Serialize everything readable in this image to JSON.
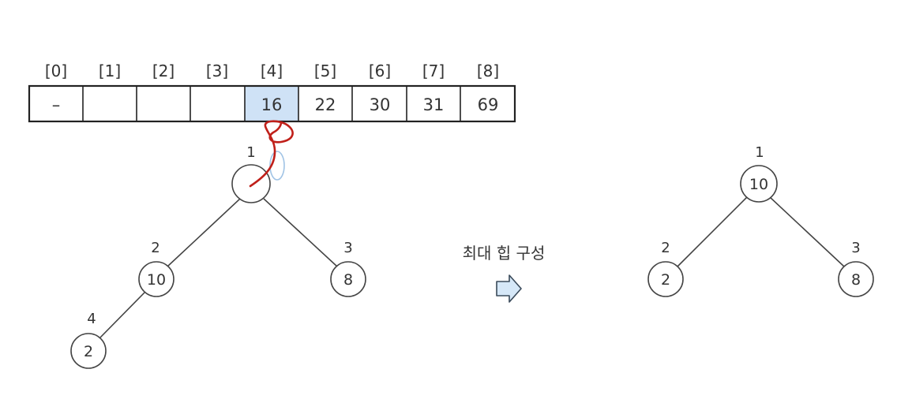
{
  "array": {
    "indices": [
      "[0]",
      "[1]",
      "[2]",
      "[3]",
      "[4]",
      "[5]",
      "[6]",
      "[7]",
      "[8]"
    ],
    "cells": [
      "–",
      "",
      "",
      "",
      "16",
      "22",
      "30",
      "31",
      "69"
    ],
    "highlight_index": 4,
    "highlight_color": "#cfe2f6"
  },
  "left_tree": {
    "nodes": [
      {
        "index": "1",
        "value": ""
      },
      {
        "index": "2",
        "value": "10"
      },
      {
        "index": "3",
        "value": "8"
      },
      {
        "index": "4",
        "value": "2"
      }
    ]
  },
  "operation": {
    "label": "최대 힙 구성",
    "arrow_icon": "right-arrow-icon",
    "arrow_fill": "#d6e8f8"
  },
  "right_tree": {
    "nodes": [
      {
        "index": "1",
        "value": "10"
      },
      {
        "index": "2",
        "value": "2"
      },
      {
        "index": "3",
        "value": "8"
      }
    ]
  },
  "annotation": {
    "stroke_color": "#c0201a",
    "circle_color": "#8fb8e0"
  }
}
